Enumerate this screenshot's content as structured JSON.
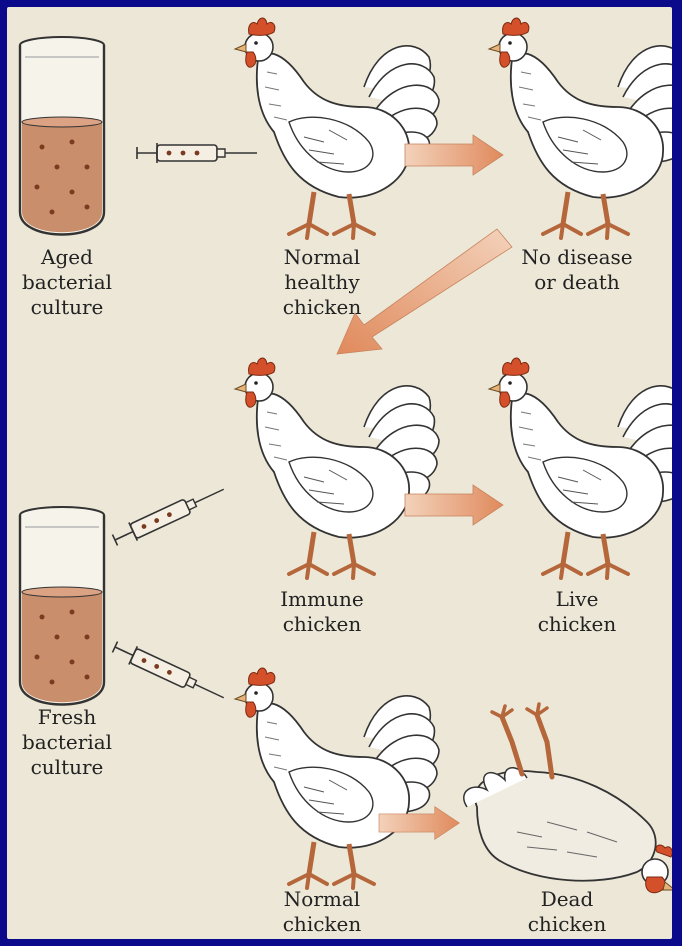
{
  "labels": {
    "aged_culture": [
      "Aged",
      "bacterial",
      "culture"
    ],
    "normal_healthy": [
      "Normal",
      "healthy",
      "chicken"
    ],
    "no_disease": [
      "No disease",
      "or death"
    ],
    "immune": [
      "Immune",
      "chicken"
    ],
    "live": [
      "Live",
      "chicken"
    ],
    "fresh_culture": [
      "Fresh",
      "bacterial",
      "culture"
    ],
    "normal": [
      "Normal",
      "chicken"
    ],
    "dead": [
      "Dead",
      "chicken"
    ]
  },
  "colors": {
    "frame": "#0a0a8a",
    "paper": "#ece7d6",
    "culture_liquid": "#c98f6c",
    "arrow": "#e5a079",
    "comb": "#d4502a",
    "legs": "#e2a074",
    "ink": "#222222"
  }
}
